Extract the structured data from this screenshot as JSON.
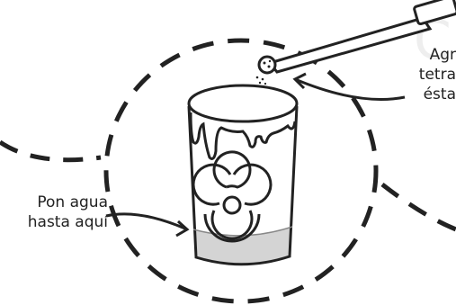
{
  "labels": {
    "left": {
      "line1": "Pon agua",
      "line2": "hasta aquí"
    },
    "right": {
      "line1": "Agr",
      "line2": "tetra",
      "line3": "ésta"
    }
  },
  "colors": {
    "ink": "#222222",
    "water": "#d4d4d4",
    "background": "#ffffff"
  },
  "icons": {
    "hazard_symbol": "biohazard-icon"
  }
}
